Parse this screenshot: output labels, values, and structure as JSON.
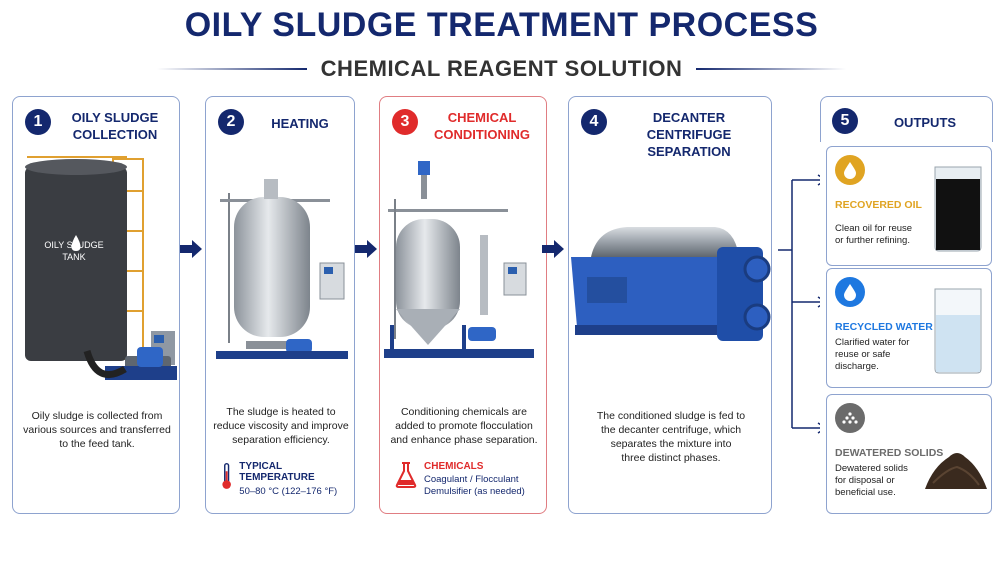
{
  "header": {
    "title": "OILY SLUDGE TREATMENT PROCESS",
    "subtitle": "CHEMICAL REAGENT SOLUTION"
  },
  "steps": [
    {
      "number": "1",
      "title_line1": "OILY SLUDGE",
      "title_line2": "COLLECTION",
      "tank_label_line1": "OILY SLUDGE",
      "tank_label_line2": "TANK",
      "desc_line1": "Oily sludge is collected from",
      "desc_line2": "various sources and transferred",
      "desc_line3": "to the feed tank."
    },
    {
      "number": "2",
      "title_line1": "HEATING",
      "desc_line1": "The sludge is heated to",
      "desc_line2": "reduce viscosity and improve",
      "desc_line3": "separation efficiency.",
      "spec_label": "TYPICAL TEMPERATURE",
      "spec_value": "50–80 °C (122–176 °F)"
    },
    {
      "number": "3",
      "title_line1": "CHEMICAL",
      "title_line2": "CONDITIONING",
      "desc_line1": "Conditioning chemicals are",
      "desc_line2": "added to promote flocculation",
      "desc_line3": "and enhance phase separation.",
      "spec_label": "CHEMICALS",
      "spec_value_line1": "Coagulant / Flocculant",
      "spec_value_line2": "Demulsifier (as needed)"
    },
    {
      "number": "4",
      "title_line1": "DECANTER CENTRIFUGE",
      "title_line2": "SEPARATION",
      "desc_line1": "The conditioned sludge is fed to",
      "desc_line2": "the decanter centrifuge, which",
      "desc_line3": "separates the mixture into",
      "desc_line4": "three distinct phases."
    },
    {
      "number": "5",
      "title_line1": "OUTPUTS"
    }
  ],
  "outputs": [
    {
      "name": "RECOVERED OIL",
      "desc_line1": "Clean oil for reuse",
      "desc_line2": "or further refining.",
      "color": "#e0a422"
    },
    {
      "name": "RECYCLED WATER",
      "desc_line1": "Clarified water for",
      "desc_line2": "reuse or safe",
      "desc_line3": "discharge.",
      "color": "#1e78e0"
    },
    {
      "name": "DEWATERED SOLIDS",
      "desc_line1": "Dewatered solids",
      "desc_line2": "for disposal or",
      "desc_line3": "beneficial use.",
      "color": "#6b6b6b"
    }
  ],
  "icons": [
    "droplet-icon",
    "water-drop-icon",
    "solids-icon",
    "thermometer-icon",
    "flask-icon",
    "arrow-right-icon"
  ]
}
